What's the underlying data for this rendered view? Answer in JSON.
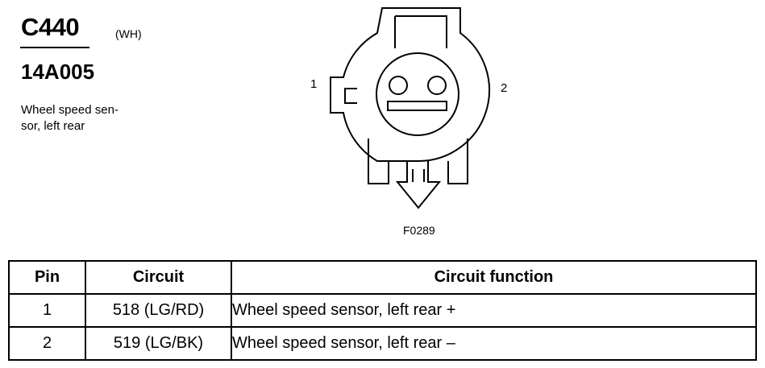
{
  "connector": {
    "id": "C440",
    "color_code": "(WH)",
    "part_number": "14A005",
    "description_lines": [
      "Wheel speed sen-",
      "sor, left rear"
    ]
  },
  "diagram": {
    "pin_labels": [
      "1",
      "2"
    ],
    "figure_id": "F0289"
  },
  "table": {
    "headers": [
      "Pin",
      "Circuit",
      "Circuit function"
    ],
    "rows": [
      {
        "pin": "1",
        "circuit": "518 (LG/RD)",
        "function": "Wheel speed sensor, left rear +"
      },
      {
        "pin": "2",
        "circuit": "519 (LG/BK)",
        "function": "Wheel speed sensor, left rear –"
      }
    ]
  }
}
